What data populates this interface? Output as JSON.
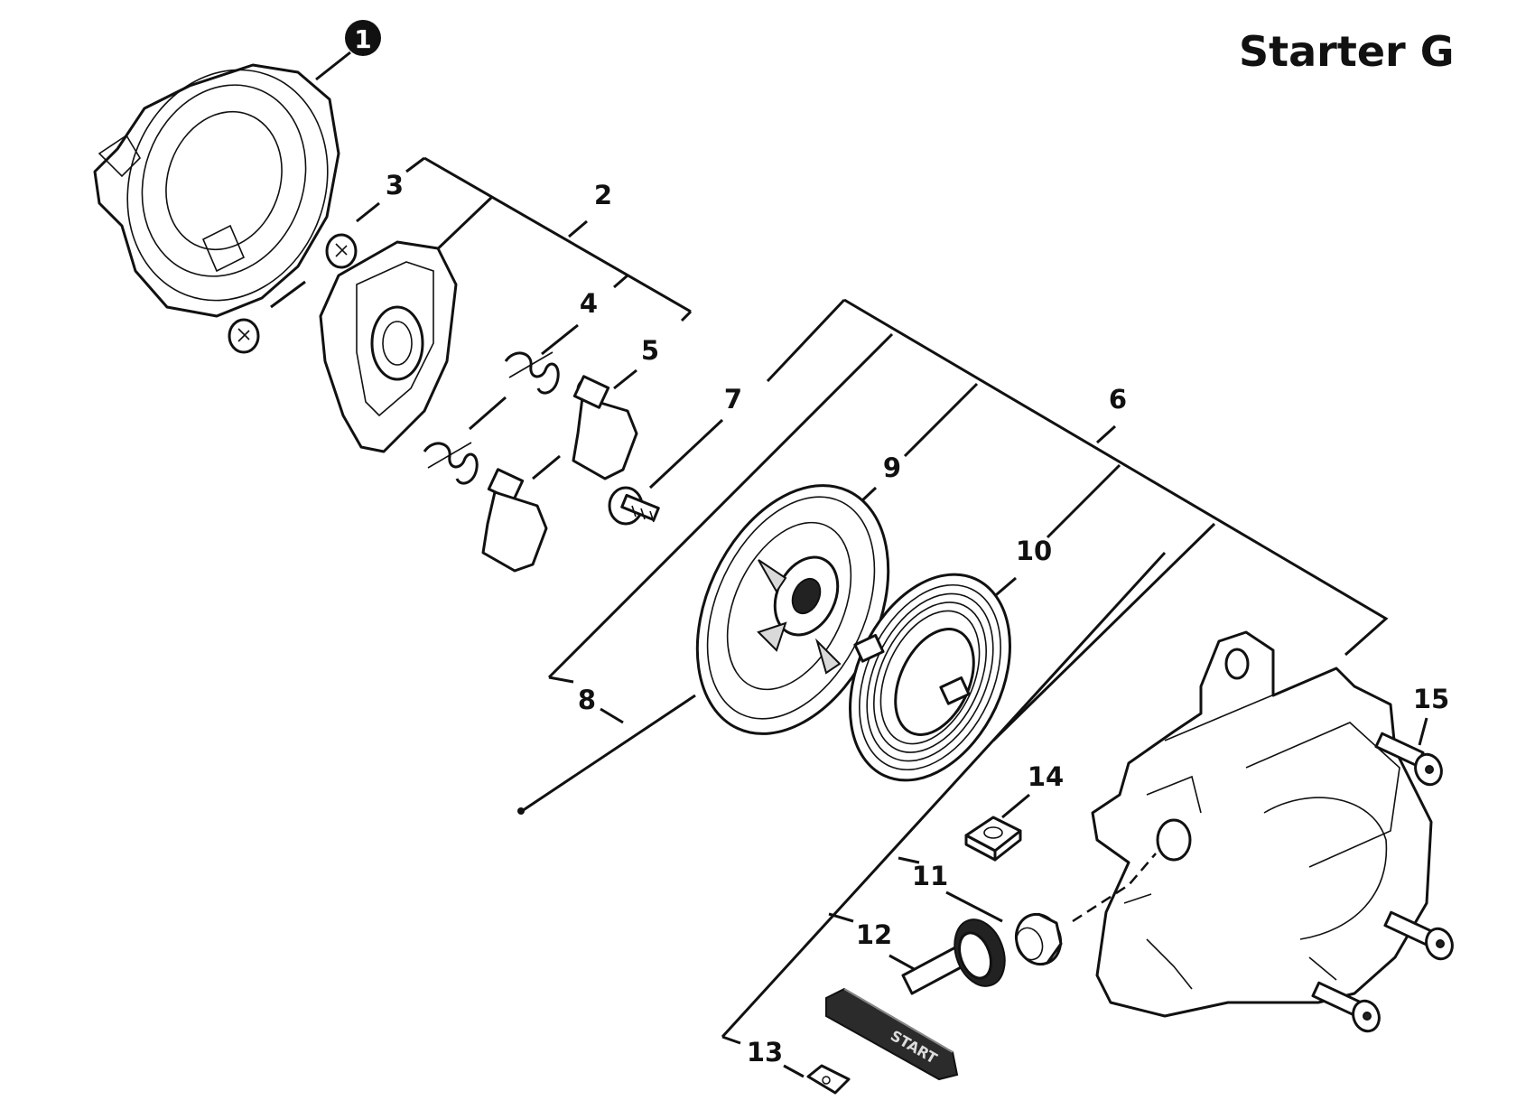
{
  "title": "Starter G",
  "callouts": {
    "c1": "1",
    "c2": "2",
    "c3": "3",
    "c4": "4",
    "c5": "5",
    "c6": "6",
    "c7": "7",
    "c8": "8",
    "c9": "9",
    "c10": "10",
    "c11": "11",
    "c12": "12",
    "c13": "13",
    "c14": "14",
    "c15": "15"
  },
  "grip_text": "START"
}
